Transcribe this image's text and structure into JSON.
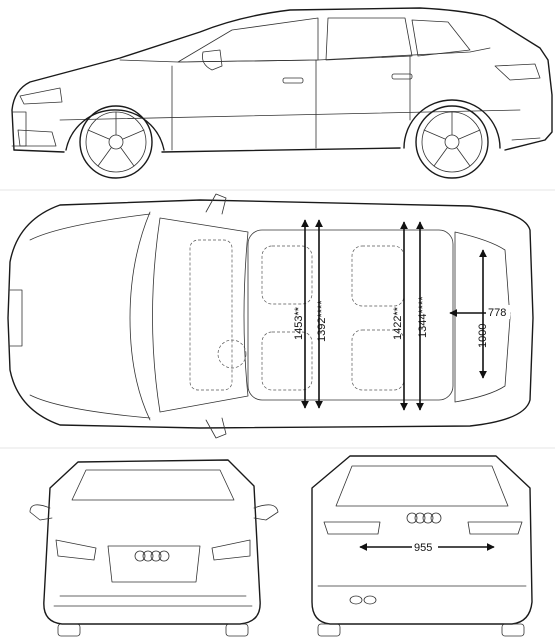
{
  "colors": {
    "line": "#1a1a1a",
    "background": "#ffffff"
  },
  "dimensions": {
    "front_headroom": "1453**",
    "front_shoulder_width": "1392****",
    "rear_headroom": "1422**",
    "rear_shoulder_width": "1344****",
    "trunk_length": "778",
    "trunk_width": "1000",
    "trunk_opening_width": "955"
  }
}
